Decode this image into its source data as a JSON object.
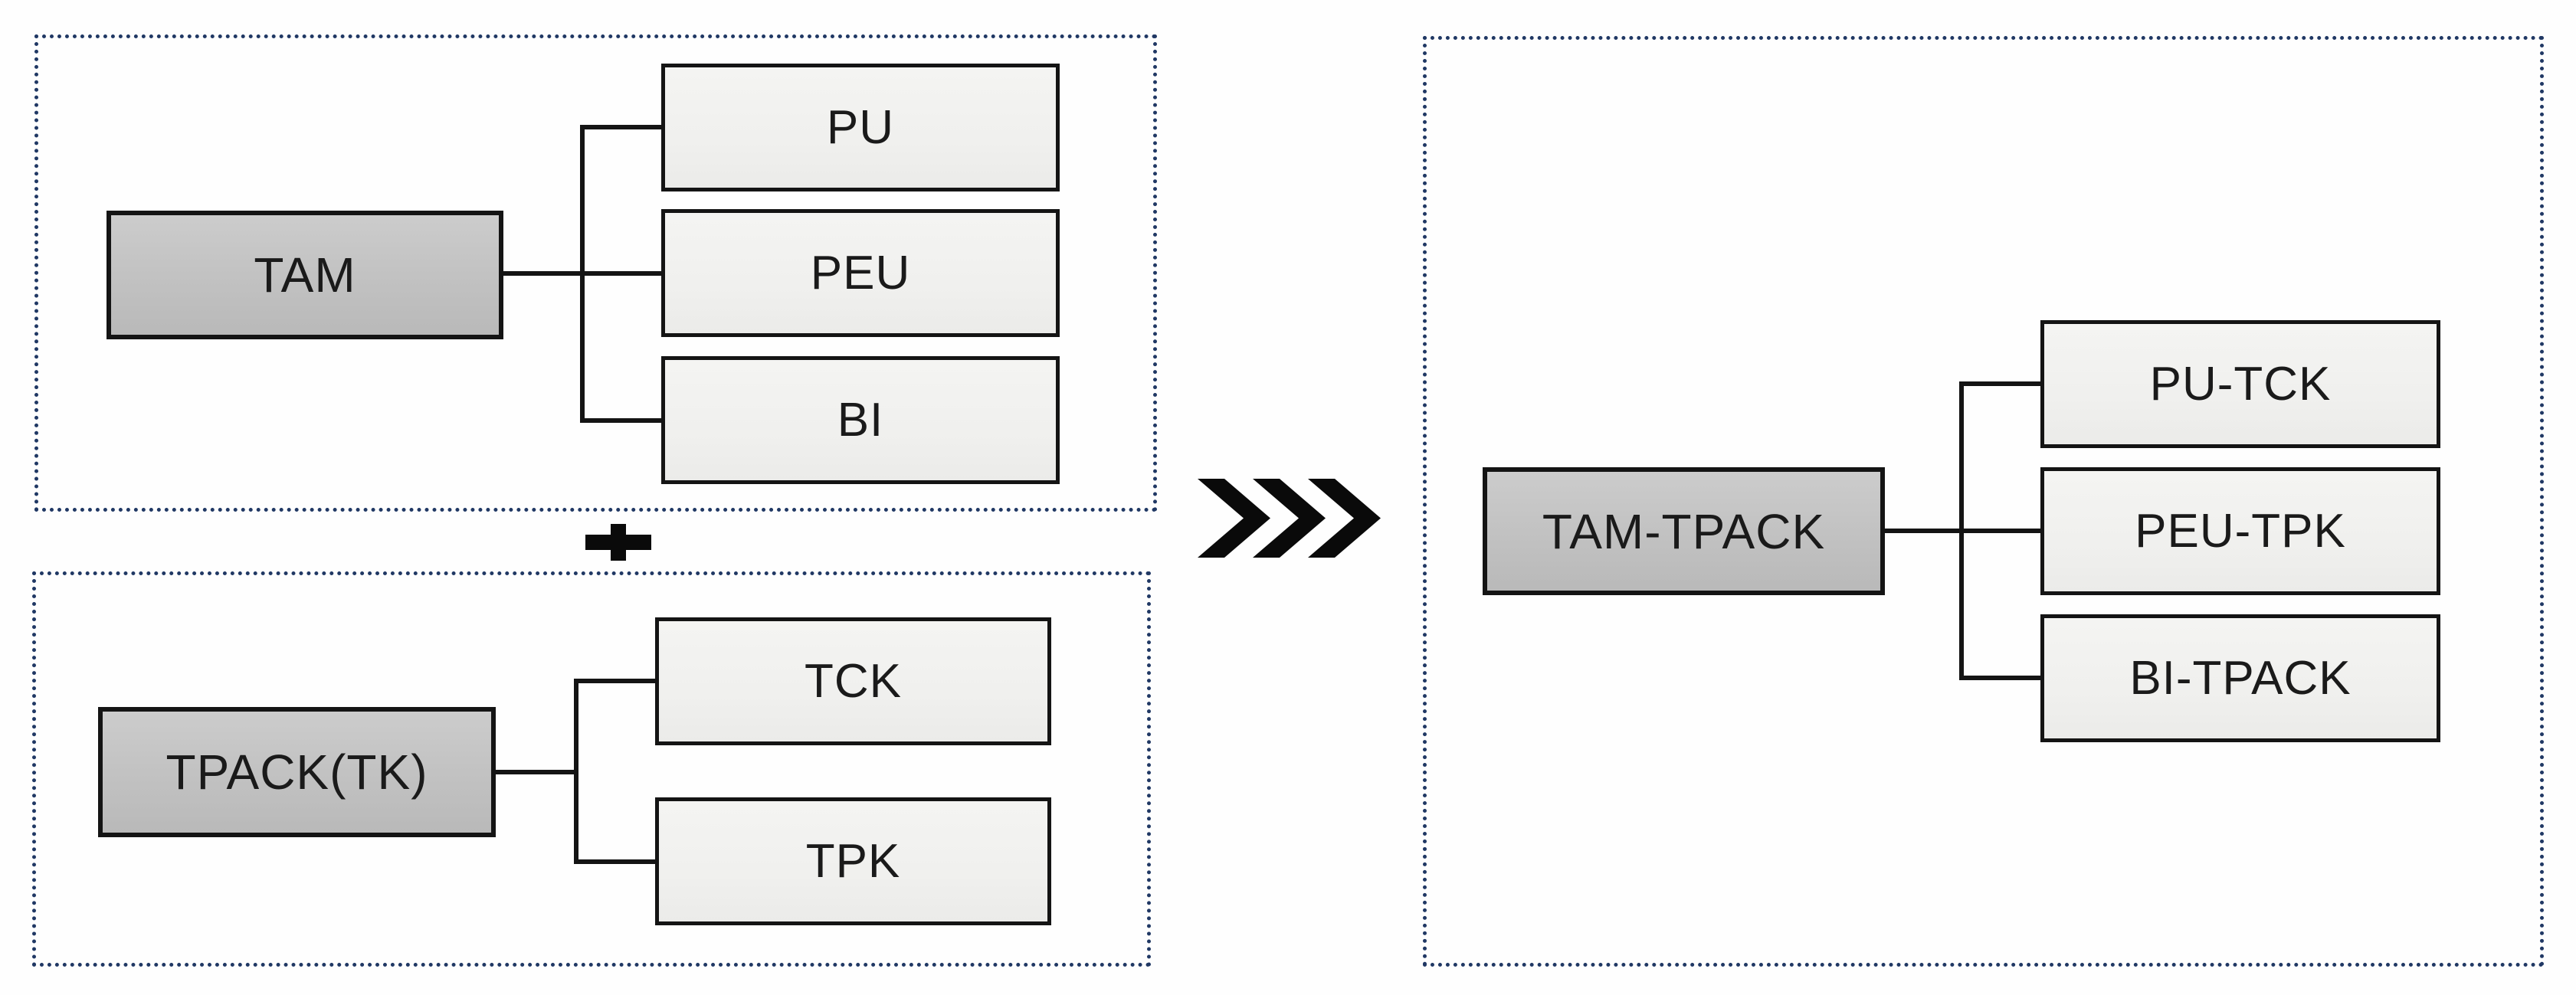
{
  "diagram": {
    "operator": "+",
    "icons": {
      "combine_operator": "plus-icon",
      "transform_arrow": "triple-chevron-right-icon"
    },
    "colors": {
      "panel_border": "#203864",
      "parent_box_fill": "#c2c2c2",
      "child_box_fill": "#f1f1ef",
      "box_border": "#141414",
      "connector": "#141414",
      "arrow": "#0a0a0a"
    },
    "source_models": [
      {
        "name": "TAM",
        "children": [
          "PU",
          "PEU",
          "BI"
        ]
      },
      {
        "name": "TPACK(TK)",
        "children": [
          "TCK",
          "TPK"
        ]
      }
    ],
    "result_model": {
      "name": "TAM-TPACK",
      "children": [
        "PU-TCK",
        "PEU-TPK",
        "BI-TPACK"
      ]
    }
  }
}
